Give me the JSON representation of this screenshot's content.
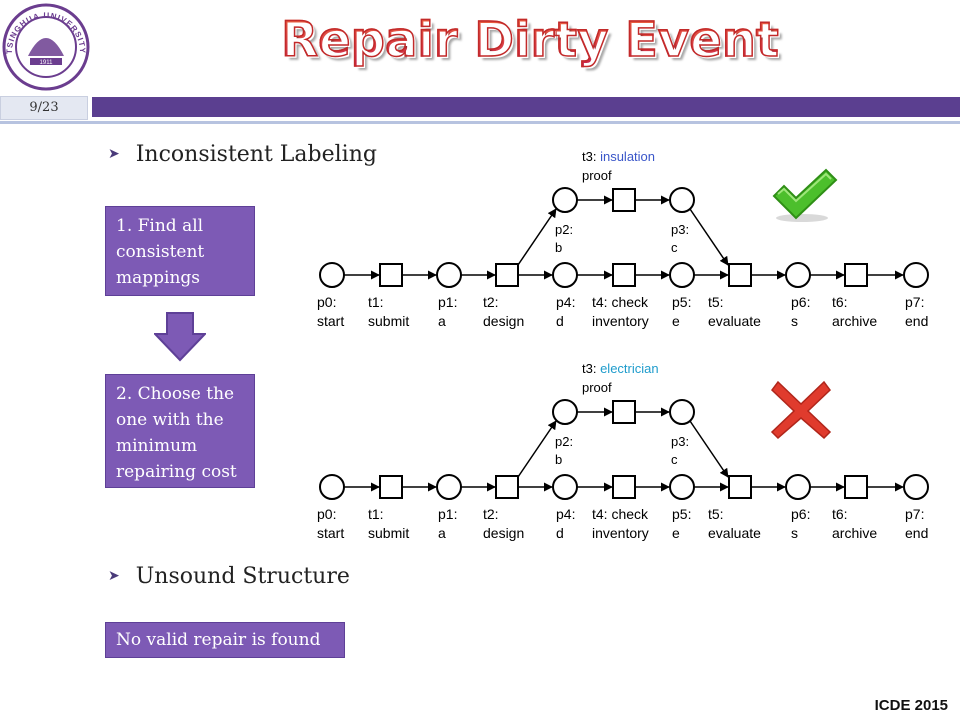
{
  "title": "Repair Dirty Event",
  "page_number": "9/23",
  "footer": "ICDE 2015",
  "logo": {
    "text": "TSINGHUA UNIVERSITY",
    "year": "1911"
  },
  "bullets": {
    "inconsistent": "Inconsistent Labeling",
    "unsound": "Unsound Structure"
  },
  "steps": {
    "step1": "1. Find all consistent mappings",
    "step2": "2. Choose the one with the minimum repairing cost",
    "no_repair": "No valid repair is found"
  },
  "colors": {
    "title": "#e8413e",
    "header_bar": "#5b3f90",
    "step_box": "#7d5ab5",
    "label_blue": "#3a56c9",
    "label_cyan": "#1f9ccc",
    "check": "#4cbf2c",
    "cross": "#e03b2d"
  },
  "net1": {
    "branch": {
      "prefix": "t3: ",
      "event": "insulation",
      "line2": "proof"
    },
    "branch_places": [
      {
        "line1": "p2:",
        "line2": "b"
      },
      {
        "line1": "p3:",
        "line2": "c"
      }
    ],
    "labels": [
      {
        "line1": "p0:",
        "line2": "start"
      },
      {
        "line1": "t1:",
        "line2": "submit"
      },
      {
        "line1": "p1:",
        "line2": "a"
      },
      {
        "line1": "t2:",
        "line2": "design"
      },
      {
        "line1": "p4:",
        "line2": "d"
      },
      {
        "line1": "t4: check",
        "line2": "inventory"
      },
      {
        "line1": "p5:",
        "line2": "e"
      },
      {
        "line1": "t5:",
        "line2": "evaluate"
      },
      {
        "line1": "p6:",
        "line2": "s"
      },
      {
        "line1": "t6:",
        "line2": "archive"
      },
      {
        "line1": "p7:",
        "line2": "end"
      }
    ],
    "result_icon": "checkmark-icon"
  },
  "net2": {
    "branch": {
      "prefix": "t3: ",
      "event": "electrician",
      "line2": "proof"
    },
    "branch_places": [
      {
        "line1": "p2:",
        "line2": "b"
      },
      {
        "line1": "p3:",
        "line2": "c"
      }
    ],
    "labels": [
      {
        "line1": "p0:",
        "line2": "start"
      },
      {
        "line1": "t1:",
        "line2": "submit"
      },
      {
        "line1": "p1:",
        "line2": "a"
      },
      {
        "line1": "t2:",
        "line2": "design"
      },
      {
        "line1": "p4:",
        "line2": "d"
      },
      {
        "line1": "t4: check",
        "line2": "inventory"
      },
      {
        "line1": "p5:",
        "line2": "e"
      },
      {
        "line1": "t5:",
        "line2": "evaluate"
      },
      {
        "line1": "p6:",
        "line2": "s"
      },
      {
        "line1": "t6:",
        "line2": "archive"
      },
      {
        "line1": "p7:",
        "line2": "end"
      }
    ],
    "result_icon": "cross-icon"
  }
}
